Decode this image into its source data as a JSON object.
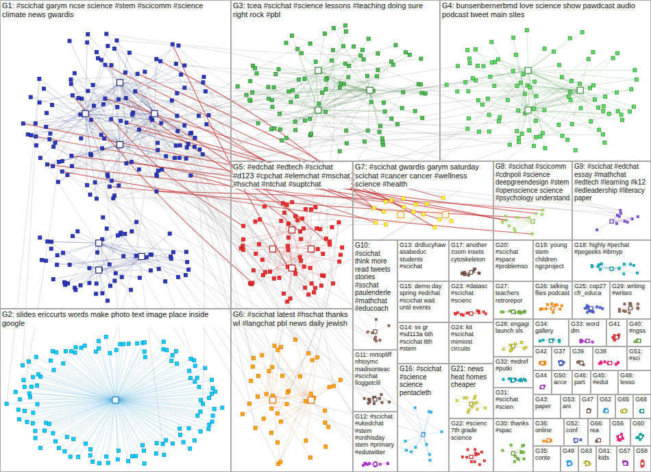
{
  "diagram": {
    "nodes": [
      {
        "text": [
          "G1: #scichat garym ncse science #stem #scicomm #science climate news gwardis"
        ]
      },
      {
        "text": [
          "G3: tcea #scichat #science lessons #teaching doing sure right rock #pbl"
        ]
      },
      {
        "text": [
          "G4: bunsenbernerbmd love science show pawdcast audio podcast tweet main sites"
        ]
      },
      {
        "text": [
          "G5: #edchat #edtech #scichat #d123 #cpchat #elemchat #mschat #hschat #ntchat #suptchat"
        ]
      },
      {
        "text": [
          "G7: #scichat gwardis garym saturday scichat #cancer cancer #wellness science #health"
        ]
      },
      {
        "text": [
          "G8: #scichat #scicomm #cdnpoli #science deepgreendesign #stem #openscience science #psychology understand"
        ]
      },
      {
        "text": [
          "G9: #scichat #edchat essay #mathchat #edtech #learning #k12 #edleadership #literacy paper"
        ]
      },
      {
        "text": [
          "G10: #scichat think more read tweets stories #sschat paulenderle #mathchat #educoach"
        ]
      },
      {
        "text": [
          "G13: drdlucyhaw asabeduc students #scichat"
        ]
      },
      {
        "text": [
          "G17: another zoom insets cytoskeleton"
        ]
      },
      {
        "text": [
          "G20: #scichat #space #problemso"
        ]
      },
      {
        "text": [
          "G19: young stem children ngcproject"
        ]
      },
      {
        "text": [
          "G18: highly #pechat #pegeeks #ibmyp"
        ]
      },
      {
        "text": [
          "G15: demo day spring #edchat #scichat wait until events"
        ]
      },
      {
        "text": [
          "G23: #datasc #scichat #scienc"
        ]
      },
      {
        "text": [
          "G27: teachers retrorepor"
        ]
      },
      {
        "text": [
          "G26: talking flies podcast"
        ]
      },
      {
        "text": [
          "G25: cop27 cfr_educa"
        ]
      },
      {
        "text": [
          "G29: writing #writeo"
        ]
      },
      {
        "text": [
          "G2: slides ericcurts words make photo text image place inside google"
        ]
      },
      {
        "text": [
          "G6: #scichat latest #hschat thanks wl #langchat pbl news daily jewish"
        ]
      },
      {
        "text": [
          "G14: ss gr #sd113a 6th #scichat 8th #stem"
        ]
      },
      {
        "text": [
          "G24: kit #scichat mimiost circuits"
        ]
      },
      {
        "text": [
          "G28: engagi launch sls"
        ]
      },
      {
        "text": [
          "G34: gallery"
        ]
      },
      {
        "text": [
          "G33: word dm"
        ]
      },
      {
        "text": [
          "G41"
        ]
      },
      {
        "text": [
          "G40: #ngss"
        ]
      },
      {
        "text": [
          "G42"
        ]
      },
      {
        "text": [
          "G37"
        ]
      },
      {
        "text": [
          "G39"
        ]
      },
      {
        "text": [
          "G38"
        ]
      },
      {
        "text": [
          "G51: #sci"
        ]
      },
      {
        "text": [
          "G11: mrtopliff nhtoymc madisonteac #scichat lloggetclil"
        ]
      },
      {
        "text": [
          "G16: #scichat #science science pentacleth"
        ]
      },
      {
        "text": [
          "G21: news heat homes cheaper"
        ]
      },
      {
        "text": [
          "G32: #edref #putki"
        ]
      },
      {
        "text": [
          "G44"
        ]
      },
      {
        "text": [
          "G50: acce"
        ]
      },
      {
        "text": [
          "G46: part"
        ]
      },
      {
        "text": [
          "G45: #edut"
        ]
      },
      {
        "text": [
          "G48: lesso"
        ]
      },
      {
        "text": [
          "G31: #scichat #scien"
        ]
      },
      {
        "text": [
          "G43: paper"
        ]
      },
      {
        "text": [
          "G53: ani"
        ]
      },
      {
        "text": [
          "G47"
        ]
      },
      {
        "text": [
          "G62"
        ]
      },
      {
        "text": [
          "G65"
        ]
      },
      {
        "text": [
          "G68"
        ]
      },
      {
        "text": [
          "G12: #scichat #ukedchat #stem #onthisday stem #primary #edutwitter"
        ]
      },
      {
        "text": [
          "G22: #scienc 7th grade science"
        ]
      },
      {
        "text": [
          "G30: thanks #spac"
        ]
      },
      {
        "text": [
          "G36: online"
        ]
      },
      {
        "text": [
          "G52: conf"
        ]
      },
      {
        "text": [
          "G66: rea"
        ]
      },
      {
        "text": [
          "G56"
        ]
      },
      {
        "text": [
          "G60"
        ]
      },
      {
        "text": [
          "G35: conte"
        ]
      },
      {
        "text": [
          "G49"
        ]
      },
      {
        "text": [
          "G63"
        ]
      },
      {
        "text": [
          "G61: kids"
        ]
      },
      {
        "text": [
          "G57"
        ]
      },
      {
        "text": [
          "G58"
        ]
      }
    ]
  }
}
